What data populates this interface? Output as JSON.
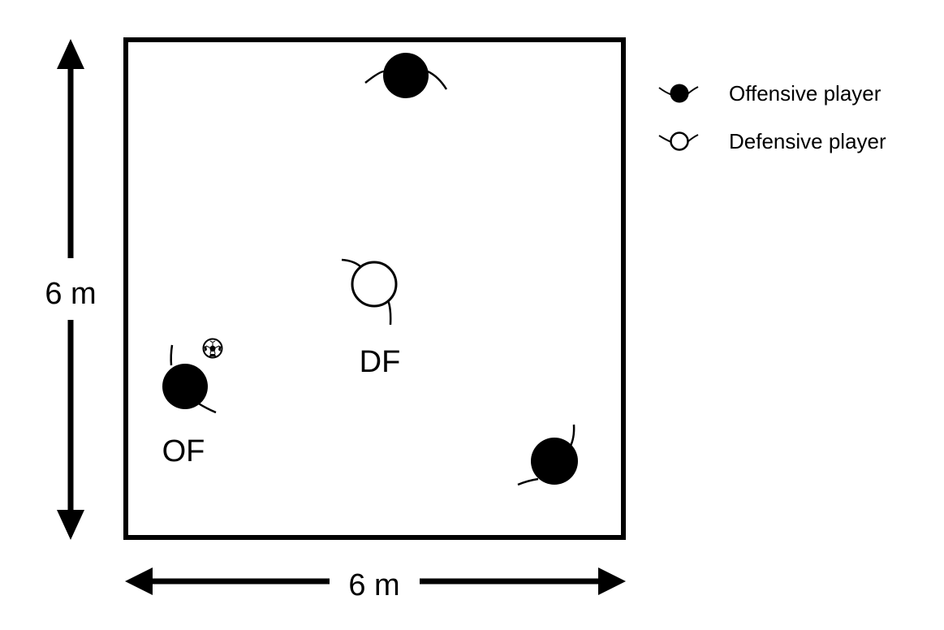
{
  "diagram": {
    "field": {
      "width_label": "6 m",
      "height_label": "6 m"
    },
    "players": [
      {
        "id": "top-offense",
        "type": "offensive",
        "label": ""
      },
      {
        "id": "df",
        "type": "defensive",
        "label": "DF"
      },
      {
        "id": "of",
        "type": "offensive",
        "label": "OF",
        "has_ball": true
      },
      {
        "id": "bottom-right-offense",
        "type": "offensive",
        "label": ""
      }
    ],
    "legend": [
      {
        "icon": "offensive-player-icon",
        "label": "Offensive player"
      },
      {
        "icon": "defensive-player-icon",
        "label": "Defensive player"
      }
    ],
    "colors": {
      "stroke": "#000000",
      "background": "#ffffff"
    }
  }
}
